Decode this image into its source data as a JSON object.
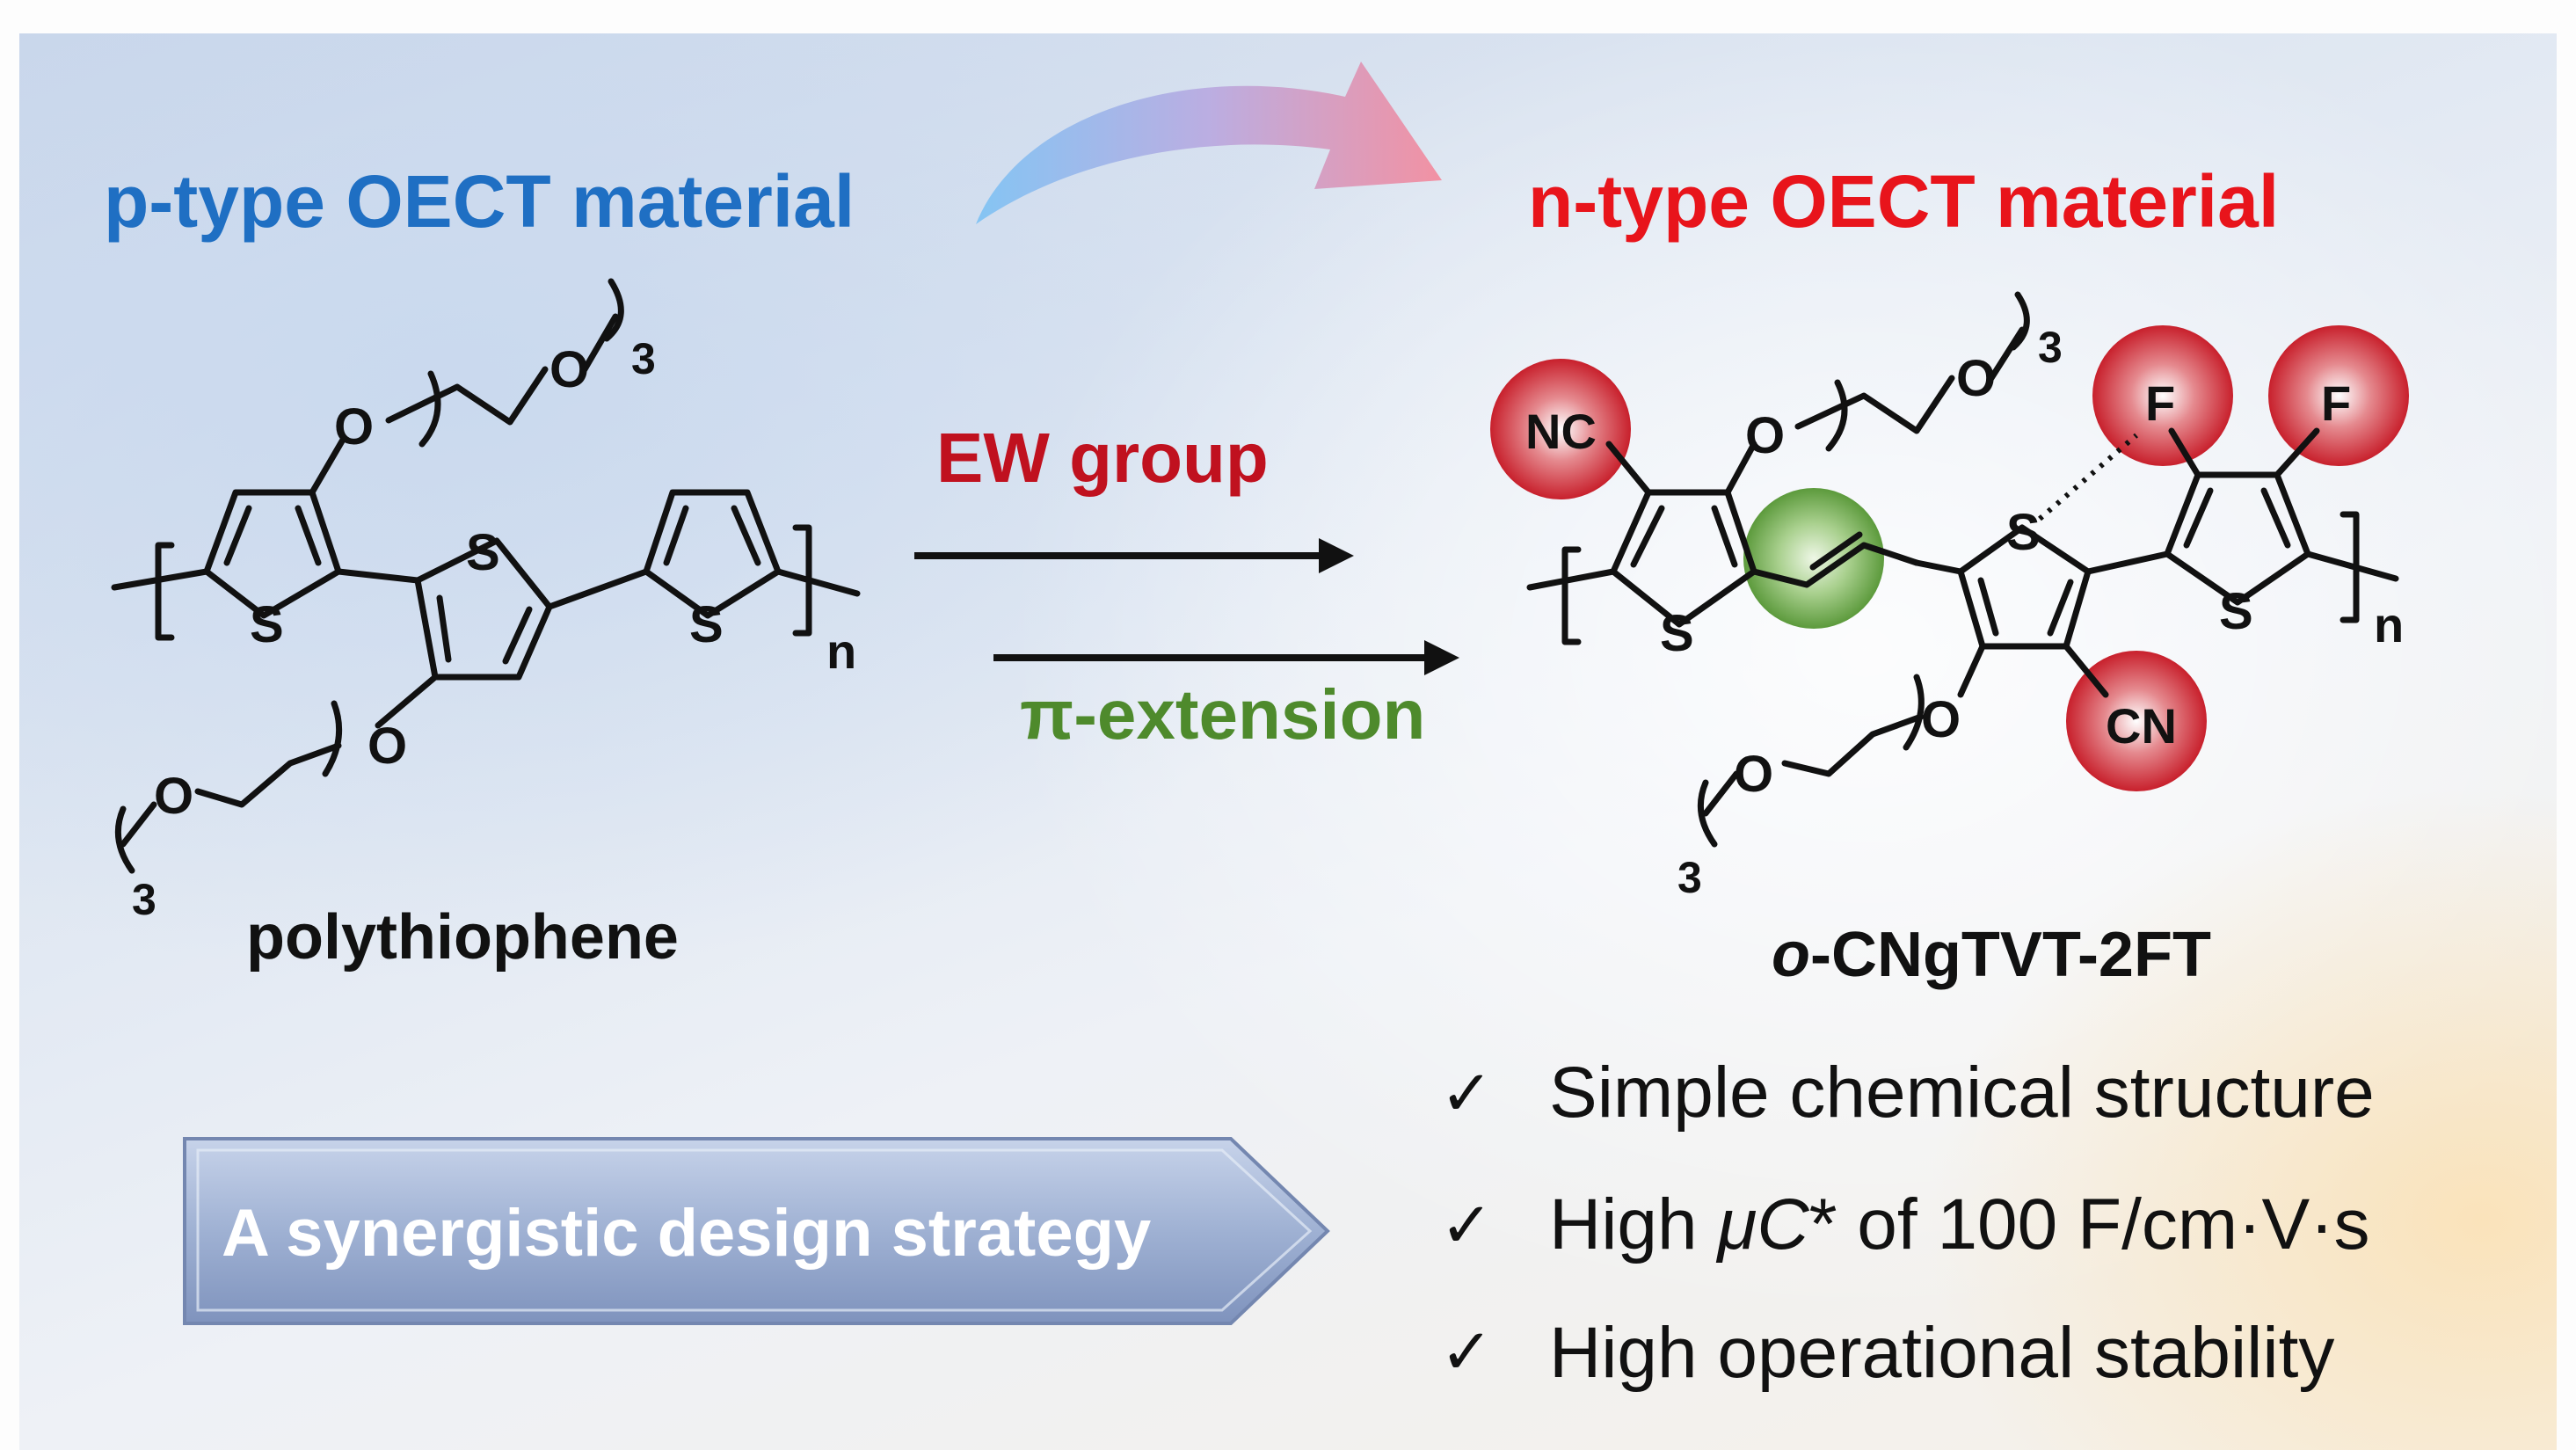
{
  "left_panel": {
    "title": "p-type OECT material",
    "title_color": "#1f6fc3",
    "name": "polythiophene"
  },
  "right_panel": {
    "title": "n-type OECT material",
    "title_color": "#e8141b",
    "name_prefix": "o",
    "name_rest": "-CNgTVT-2FT"
  },
  "middle": {
    "ew_label": "EW group",
    "ew_color": "#c0111f",
    "pi_label": "π-extension",
    "pi_color": "#4e8a2c"
  },
  "atoms": {
    "S": "S",
    "O": "O",
    "n": "n",
    "three": "3",
    "NC": "NC",
    "CN": "CN",
    "F": "F"
  },
  "strategy_banner": "A synergistic design strategy",
  "features": {
    "check": "✓",
    "item1": "Simple chemical structure",
    "item2_a": "High ",
    "item2_mu": "μ",
    "item2_c": "C",
    "item2_b": "* of 100 F/cm·V·s",
    "item3": "High operational stability"
  },
  "colors": {
    "highlight_red": "#d8444f",
    "highlight_green": "#6aa64a",
    "arrow_blue": "#6fb8f0",
    "arrow_pink": "#f07f92",
    "banner": "#9eafd0"
  }
}
